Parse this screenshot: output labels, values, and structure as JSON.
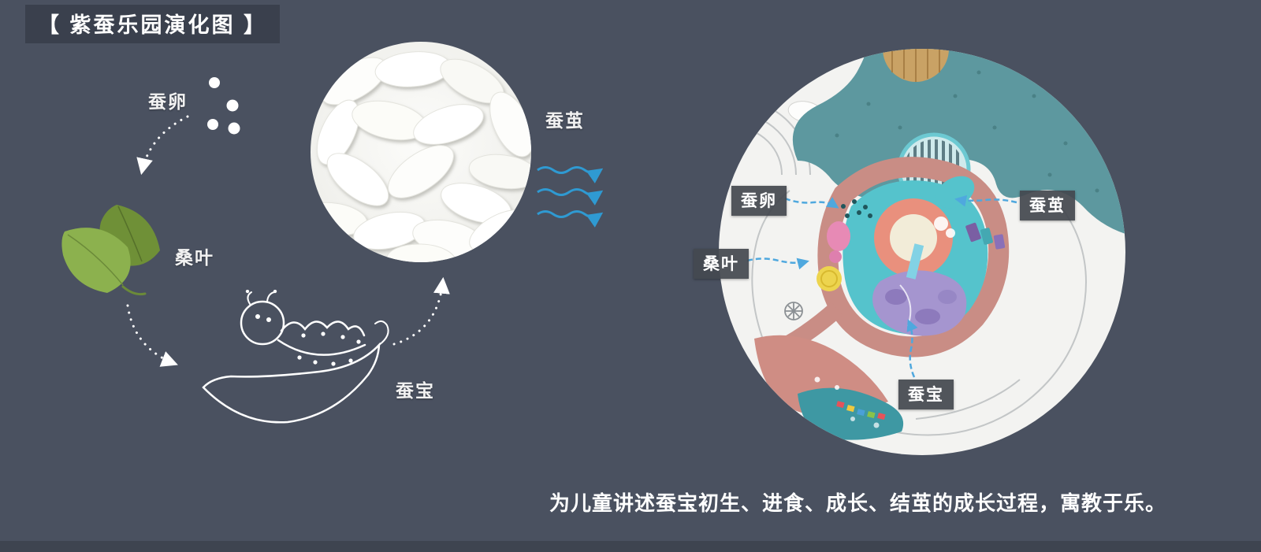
{
  "page": {
    "title": "【 紫蚕乐园演化图 】",
    "caption": "为儿童讲述蚕宝初生、进食、成长、结茧的成长过程，寓教于乐。"
  },
  "lifecycle": {
    "egg_label": "蚕卵",
    "leaf_label": "桑叶",
    "worm_label": "蚕宝",
    "cocoon_label": "蚕茧"
  },
  "plan": {
    "egg_label": "蚕卵",
    "leaf_label": "桑叶",
    "cocoon_label": "蚕茧",
    "worm_label": "蚕宝"
  },
  "colors": {
    "background": "#4a5160",
    "title_box": "#3a404d",
    "label_box": "#444850",
    "arrow_blue": "#2f9ad2",
    "label_arrow_blue": "#4fa8de",
    "plan_teal": "#5d989f",
    "plan_cyan": "#55c3cc",
    "plan_salmon": "#c98d85",
    "plan_purple": "#a595cf",
    "leaf_green": "#8cb14e"
  }
}
